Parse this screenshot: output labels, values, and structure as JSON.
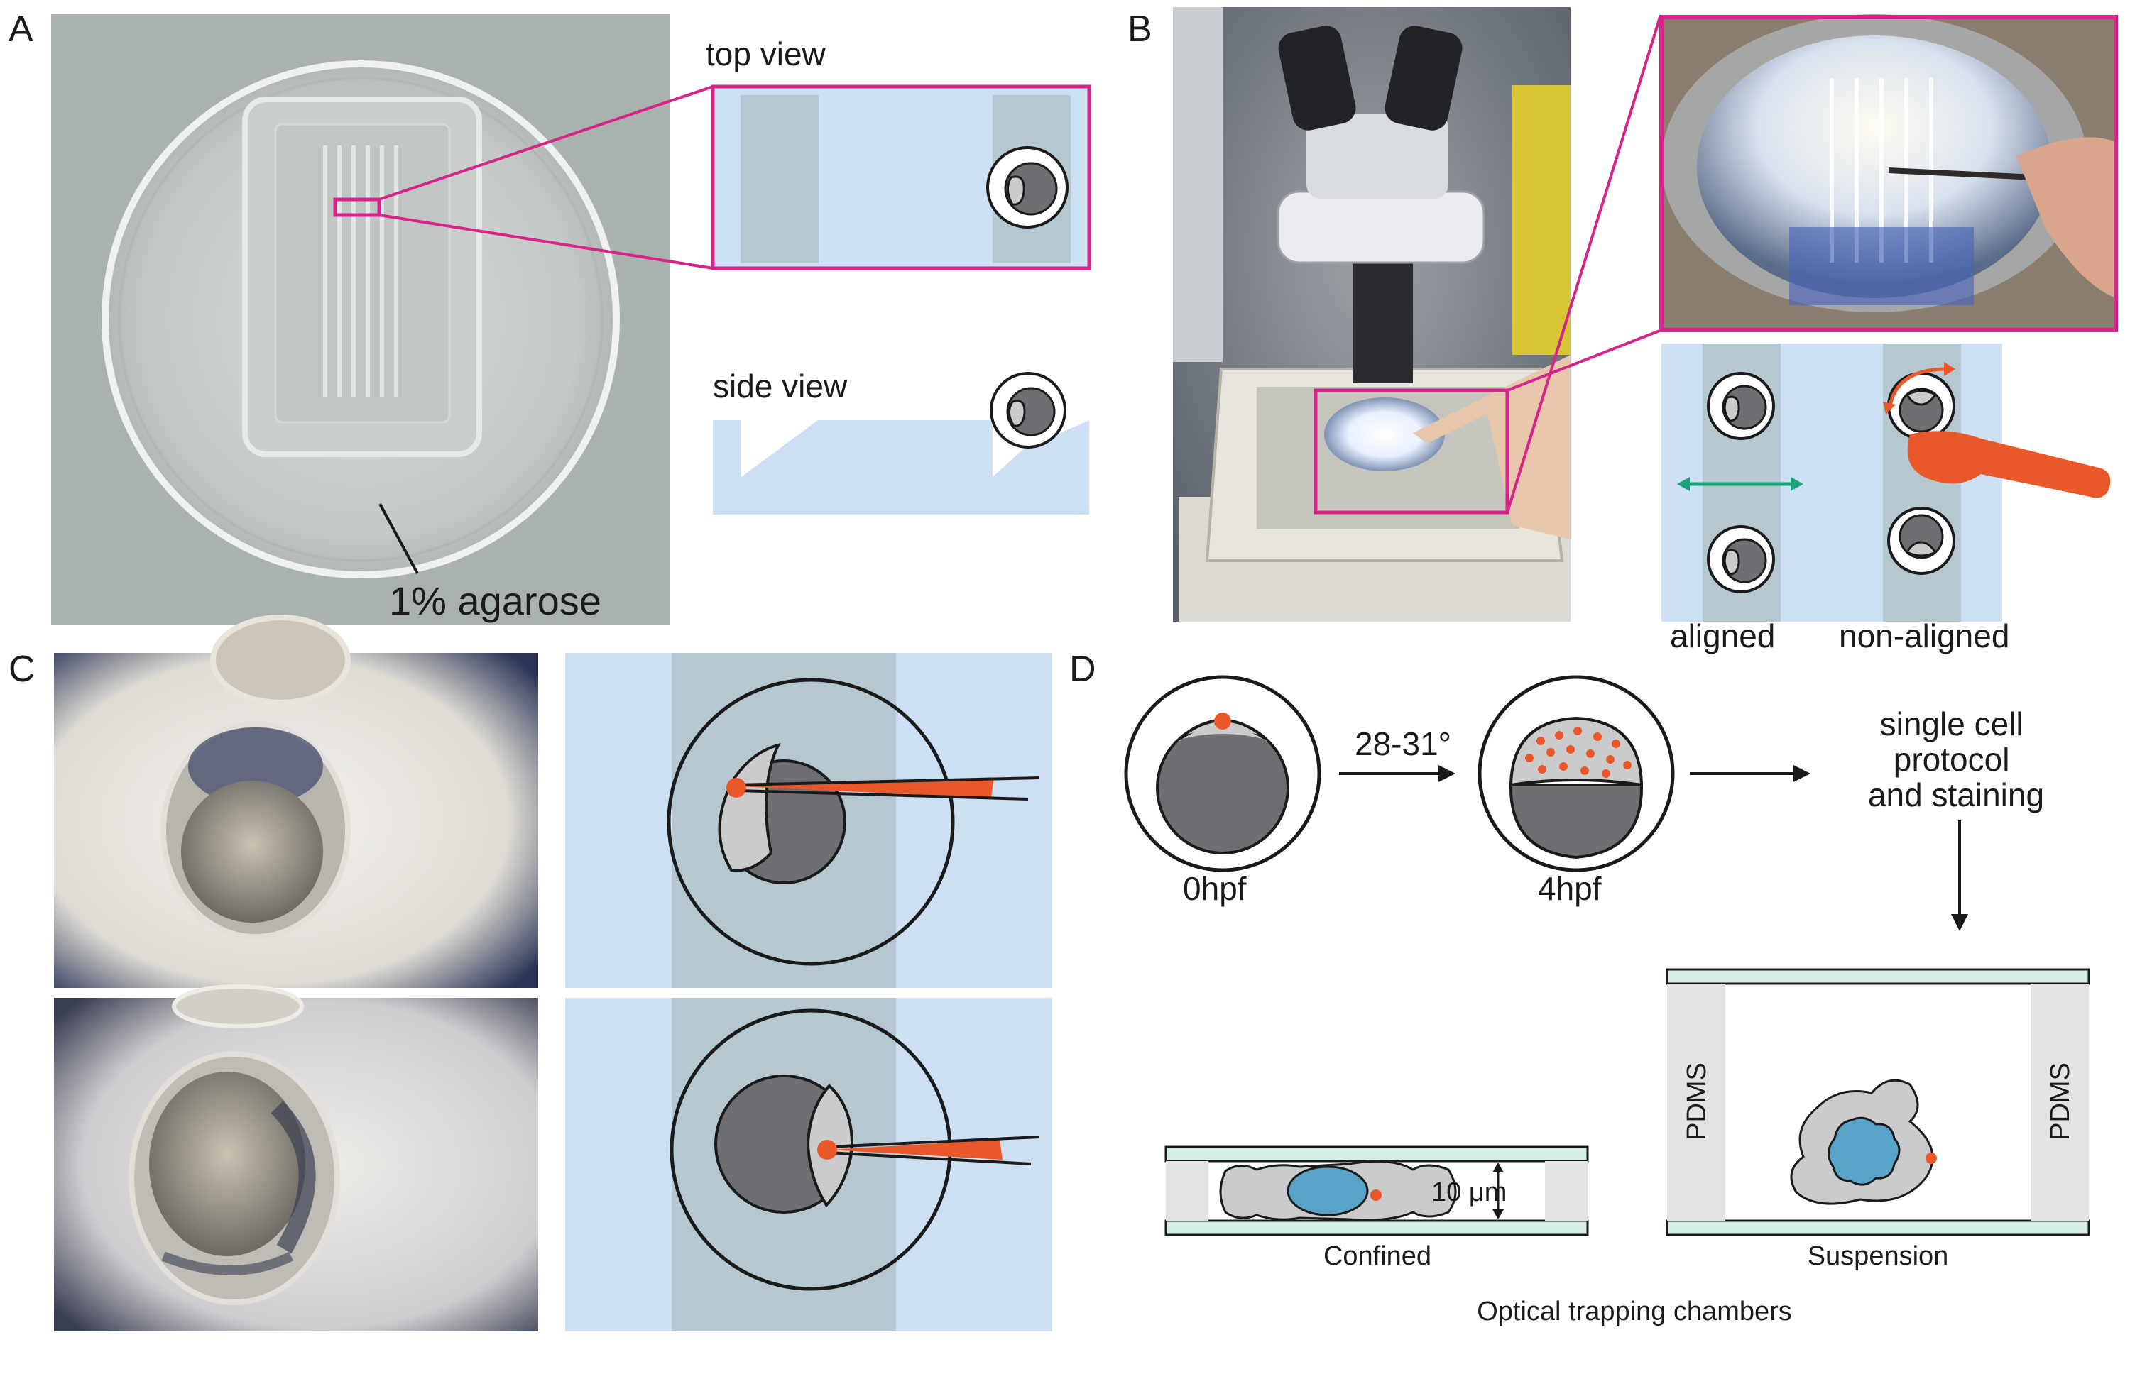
{
  "panels": {
    "a": {
      "letter": "A",
      "photo_label": "1% agarose",
      "top_view_label": "top view",
      "side_view_label": "side view"
    },
    "b": {
      "letter": "B",
      "aligned_label": "aligned",
      "non_aligned_label": "non-aligned"
    },
    "c": {
      "letter": "C"
    },
    "d": {
      "letter": "D",
      "temperature_label": "28-31°",
      "stage_start_label": "0hpf",
      "stage_end_label": "4hpf",
      "protocol_label": [
        "single cell",
        "protocol",
        "and staining"
      ],
      "confined_label": "Confined",
      "gap_label": "10 μm",
      "suspension_label": "Suspension",
      "pdms_label": "PDMS",
      "chambers_caption": "Optical trapping chambers"
    }
  },
  "colors": {
    "magenta": "#d6248a",
    "light_blue": "#cde0f3",
    "channel_gray": "#b5c8d2",
    "embryo_dark": "#6d6f72",
    "embryo_light": "#c9cbcd",
    "orange": "#e8582a",
    "green": "#1aa37a",
    "cell_blue": "#5aa3c8",
    "glass": "#d6efe6"
  }
}
